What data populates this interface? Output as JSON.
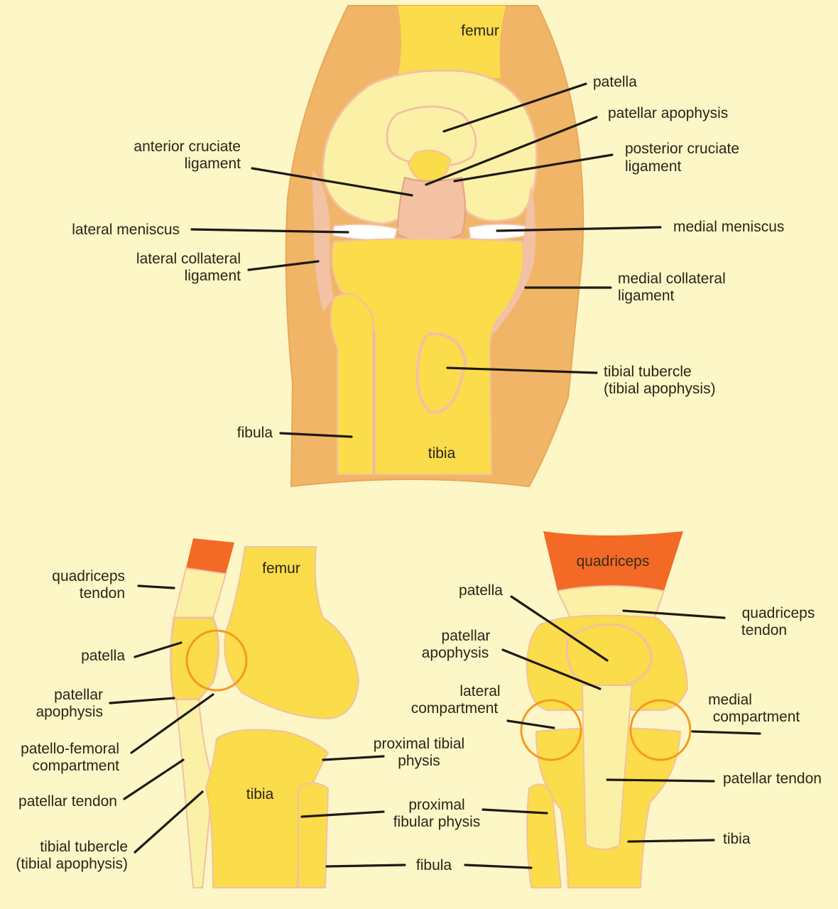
{
  "colors": {
    "background": "#fdf6c7",
    "soft_tissue": "#f0b566",
    "bone": "#fbdc4b",
    "cartilage_light": "#fbf1a6",
    "ligament": "#f3c1a3",
    "muscle": "#f26a25",
    "growth_ring": "#f59a1e",
    "leader": "#1e1a12"
  },
  "top_view": {
    "femur": "femur",
    "tibia": "tibia",
    "patella": "patella",
    "patellar_apophysis": "patellar apophysis",
    "anterior_cruciate_line1": "anterior cruciate",
    "anterior_cruciate_line2": "ligament",
    "posterior_cruciate_line1": "posterior cruciate",
    "posterior_cruciate_line2": "ligament",
    "lateral_meniscus": "lateral meniscus",
    "medial_meniscus": "medial meniscus",
    "lateral_collateral_line1": "lateral collateral",
    "lateral_collateral_line2": "ligament",
    "medial_collateral_line1": "medial collateral",
    "medial_collateral_line2": "ligament",
    "tibial_tubercle_line1": "tibial tubercle",
    "tibial_tubercle_line2": "(tibial apophysis)",
    "fibula": "fibula"
  },
  "side_view": {
    "femur": "femur",
    "tibia": "tibia",
    "quadriceps_tendon_line1": "quadriceps",
    "quadriceps_tendon_line2": "tendon",
    "patella": "patella",
    "patellar_apophysis_line1": "patellar",
    "patellar_apophysis_line2": "apophysis",
    "patellofemoral_line1": "patello-femoral",
    "patellofemoral_line2": "compartment",
    "patellar_tendon": "patellar tendon",
    "tibial_tubercle_line1": "tibial tubercle",
    "tibial_tubercle_line2": "(tibial apophysis)"
  },
  "shared_labels": {
    "proximal_tibial_physis_line1": "proximal tibial",
    "proximal_tibial_physis_line2": "physis",
    "proximal_fibular_physis_line1": "proximal",
    "proximal_fibular_physis_line2": "fibular physis",
    "fibula": "fibula"
  },
  "front_view": {
    "quadriceps": "quadriceps",
    "patella": "patella",
    "quadriceps_tendon_line1": "quadriceps",
    "quadriceps_tendon_line2": "tendon",
    "patellar_apophysis_line1": "patellar",
    "patellar_apophysis_line2": "apophysis",
    "lateral_compartment_line1": "lateral",
    "lateral_compartment_line2": "compartment",
    "medial_compartment_line1": "medial",
    "medial_compartment_line2": "compartment",
    "patellar_tendon": "patellar tendon",
    "tibia": "tibia"
  }
}
